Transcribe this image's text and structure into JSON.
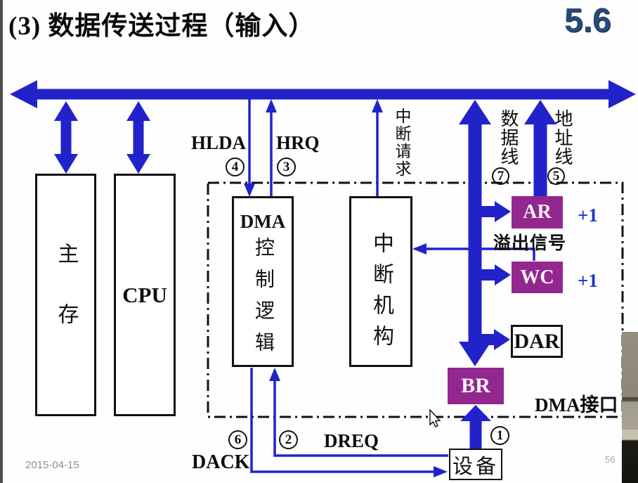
{
  "slide": {
    "title": "(3) 数据传送过程（输入）",
    "section_number": "5.6",
    "date": "2015-04-15",
    "page_number": "56"
  },
  "boxes": {
    "main_memory": "主存",
    "cpu": "CPU",
    "dma_logic_line1": "DMA",
    "dma_logic_line2": "控制逻辑",
    "interrupt_unit": "中断机构",
    "address_register": "AR",
    "word_counter": "WC",
    "data_address_register": "DAR",
    "buffer_register": "BR",
    "device": "设备"
  },
  "labels": {
    "hlda": "HLDA",
    "hrq": "HRQ",
    "interrupt_request": "中断请求",
    "data_line": "数据线",
    "address_line": "地址线",
    "overflow_signal": "溢出信号",
    "plus_one_ar": "+1",
    "plus_one_wc": "+1",
    "dma_interface": "DMA接口",
    "dreq": "DREQ",
    "dack": "DACK"
  },
  "steps": [
    "1",
    "2",
    "3",
    "4",
    "5",
    "6",
    "7"
  ],
  "colors": {
    "arrow_blue": "#2222cb",
    "register_purple": "#92278f",
    "section_number_navy": "#27497e",
    "border_black": "#111111"
  }
}
